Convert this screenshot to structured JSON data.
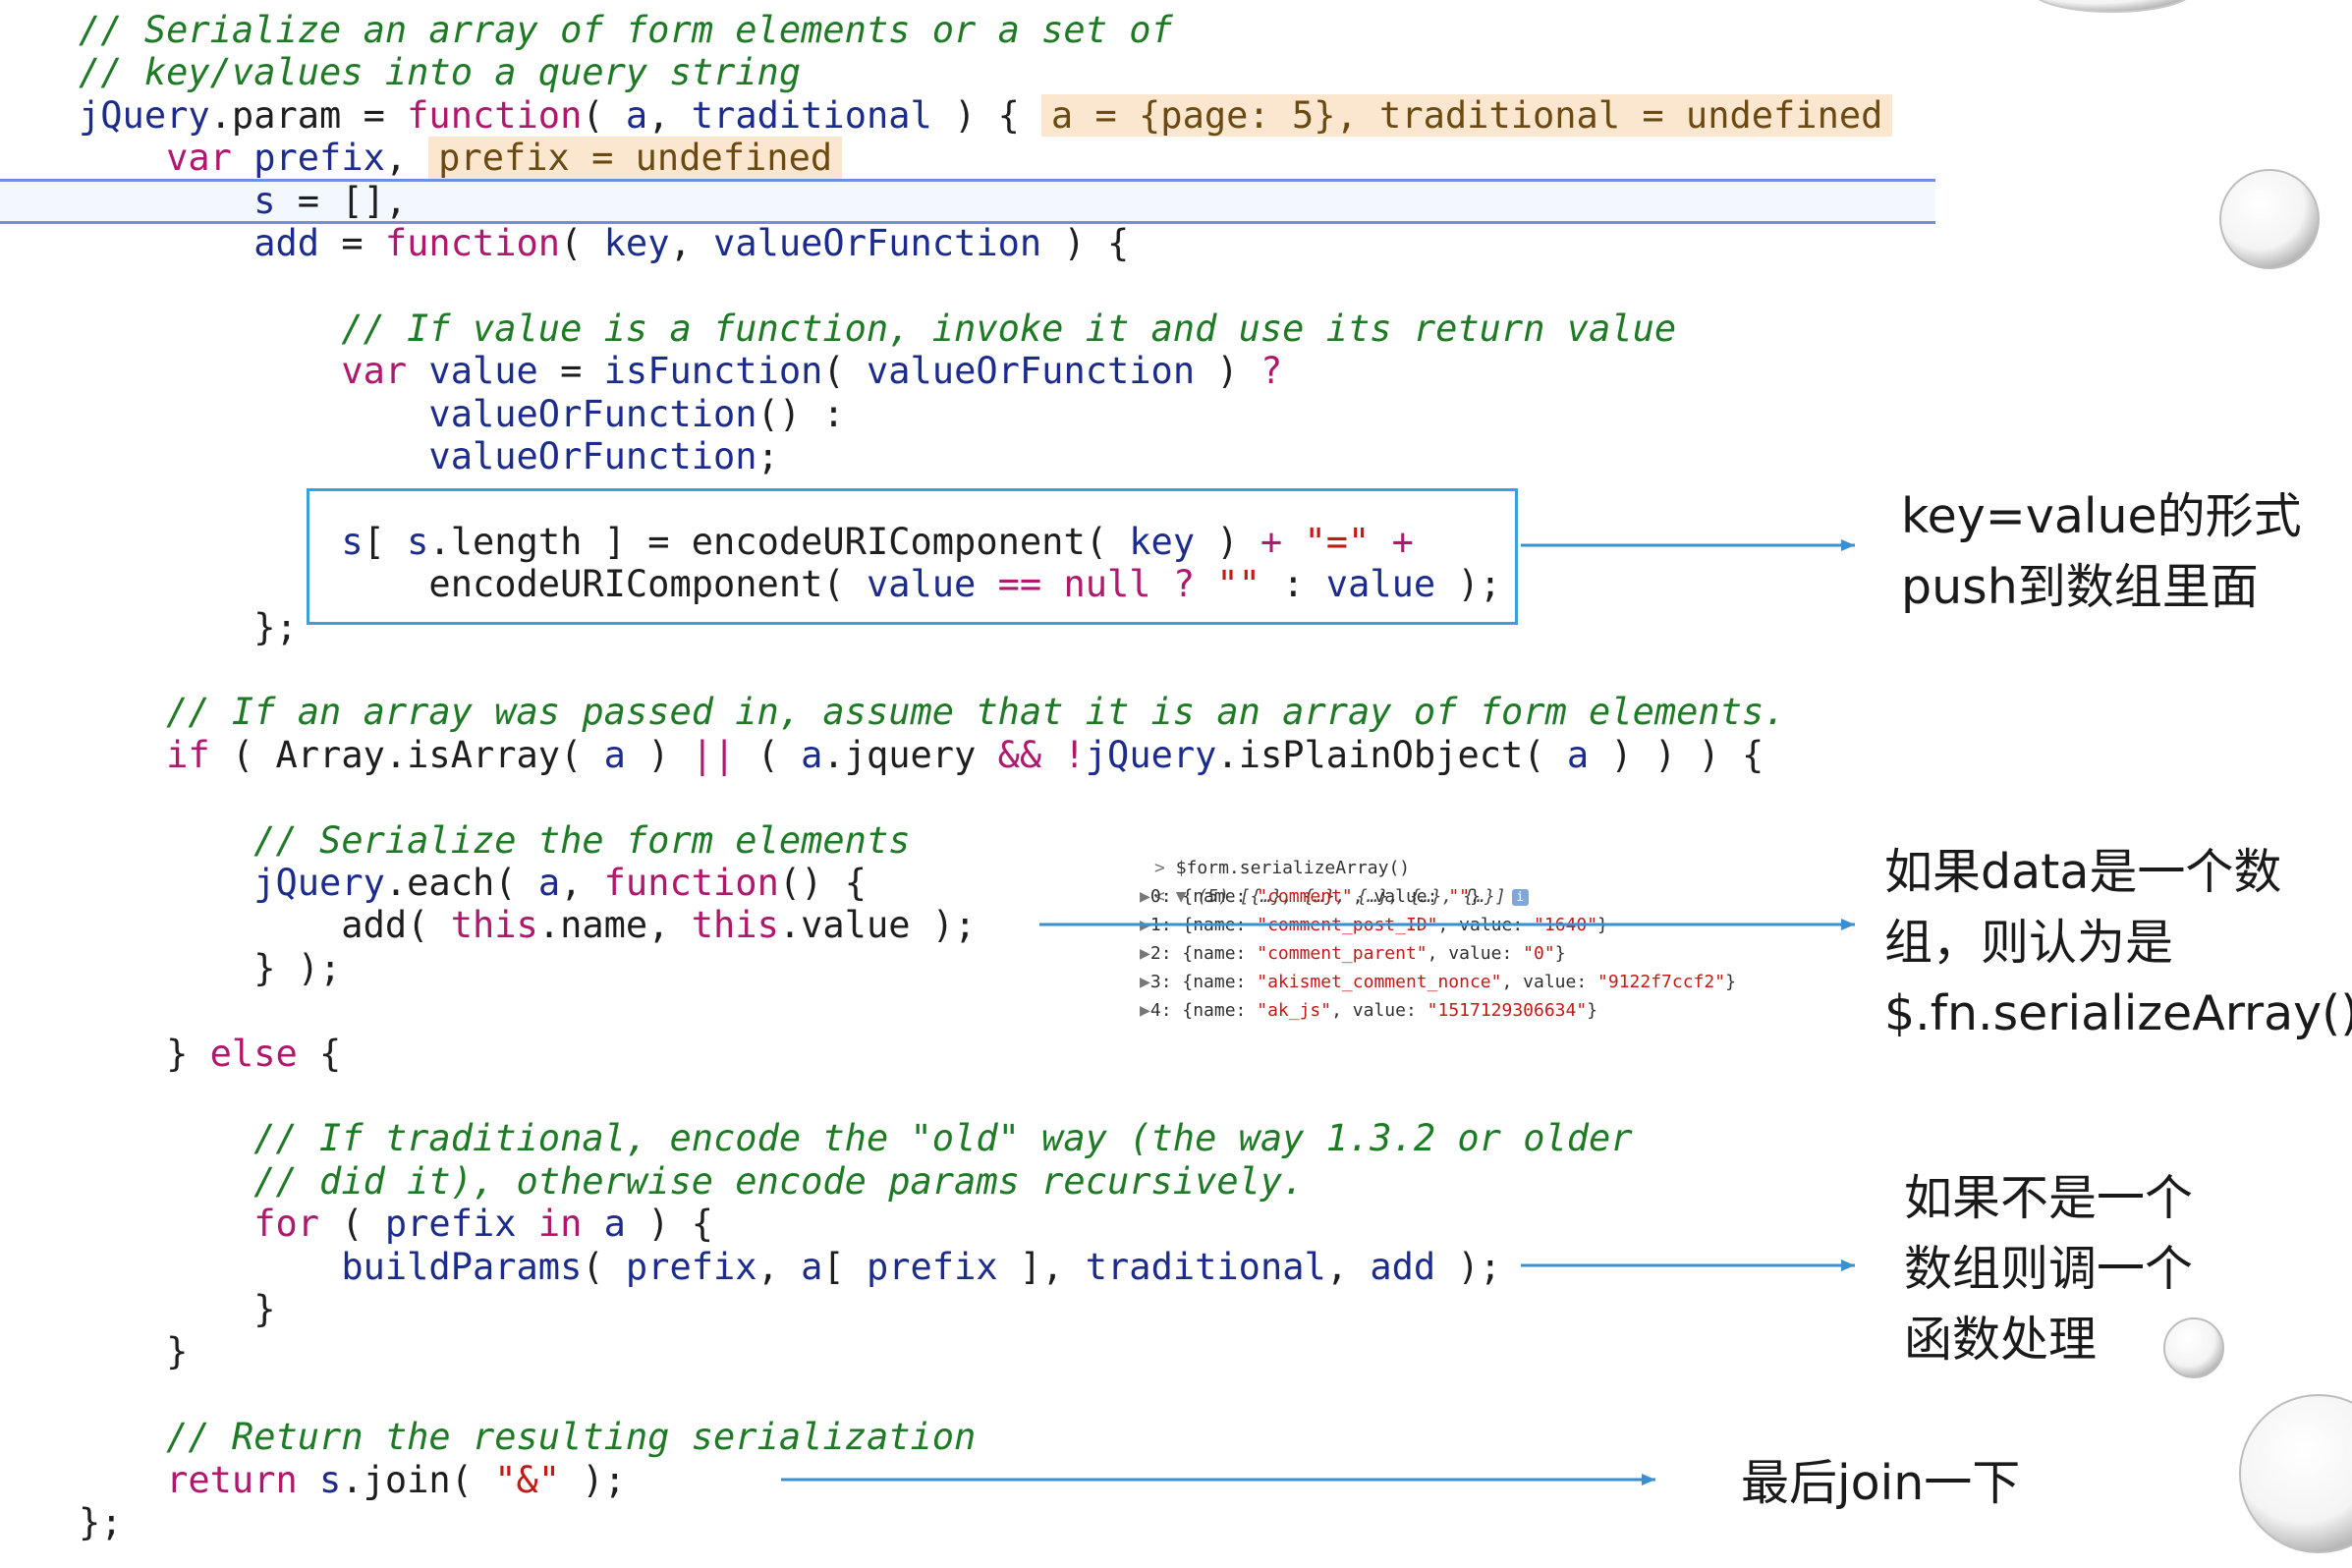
{
  "code_lines": [
    [
      {
        "t": "// Serialize an array of form elements or a set of",
        "c": "comment"
      }
    ],
    [
      {
        "t": "// key/values into a query string",
        "c": "comment"
      }
    ],
    [
      {
        "t": "jQuery",
        "c": "ident"
      },
      {
        "t": ".param = ",
        "c": "plain"
      },
      {
        "t": "function",
        "c": "keyword"
      },
      {
        "t": "( ",
        "c": "plain"
      },
      {
        "t": "a",
        "c": "ident"
      },
      {
        "t": ", ",
        "c": "plain"
      },
      {
        "t": "traditional",
        "c": "ident"
      },
      {
        "t": " ) {",
        "c": "plain"
      },
      {
        "t": "a = {page: 5}, traditional = undefined",
        "c": "hint"
      }
    ],
    [
      {
        "t": "    ",
        "c": "plain"
      },
      {
        "t": "var",
        "c": "keyword"
      },
      {
        "t": " ",
        "c": "plain"
      },
      {
        "t": "prefix",
        "c": "ident"
      },
      {
        "t": ",",
        "c": "plain"
      },
      {
        "t": "prefix = undefined",
        "c": "hint"
      }
    ],
    [
      {
        "t": "        ",
        "c": "plain"
      },
      {
        "t": "s",
        "c": "ident"
      },
      {
        "t": " = [],",
        "c": "plain"
      }
    ],
    [
      {
        "t": "        ",
        "c": "plain"
      },
      {
        "t": "add",
        "c": "ident"
      },
      {
        "t": " = ",
        "c": "plain"
      },
      {
        "t": "function",
        "c": "keyword"
      },
      {
        "t": "( ",
        "c": "plain"
      },
      {
        "t": "key",
        "c": "ident"
      },
      {
        "t": ", ",
        "c": "plain"
      },
      {
        "t": "valueOrFunction",
        "c": "ident"
      },
      {
        "t": " ) {",
        "c": "plain"
      }
    ],
    [],
    [
      {
        "t": "            ",
        "c": "plain"
      },
      {
        "t": "// If value is a function, invoke it and use its return value",
        "c": "comment"
      }
    ],
    [
      {
        "t": "            ",
        "c": "plain"
      },
      {
        "t": "var",
        "c": "keyword"
      },
      {
        "t": " ",
        "c": "plain"
      },
      {
        "t": "value",
        "c": "ident"
      },
      {
        "t": " = ",
        "c": "plain"
      },
      {
        "t": "isFunction",
        "c": "ident"
      },
      {
        "t": "( ",
        "c": "plain"
      },
      {
        "t": "valueOrFunction",
        "c": "ident"
      },
      {
        "t": " ) ",
        "c": "plain"
      },
      {
        "t": "?",
        "c": "keyword"
      }
    ],
    [
      {
        "t": "                ",
        "c": "plain"
      },
      {
        "t": "valueOrFunction",
        "c": "ident"
      },
      {
        "t": "() :",
        "c": "plain"
      }
    ],
    [
      {
        "t": "                ",
        "c": "plain"
      },
      {
        "t": "valueOrFunction",
        "c": "ident"
      },
      {
        "t": ";",
        "c": "plain"
      }
    ],
    [],
    [
      {
        "t": "            ",
        "c": "plain"
      },
      {
        "t": "s",
        "c": "ident"
      },
      {
        "t": "[ ",
        "c": "plain"
      },
      {
        "t": "s",
        "c": "ident"
      },
      {
        "t": ".length ] = encodeURIComponent( ",
        "c": "plain"
      },
      {
        "t": "key",
        "c": "ident"
      },
      {
        "t": " ) ",
        "c": "plain"
      },
      {
        "t": "+",
        "c": "keyword"
      },
      {
        "t": " ",
        "c": "plain"
      },
      {
        "t": "\"=\"",
        "c": "string"
      },
      {
        "t": " ",
        "c": "plain"
      },
      {
        "t": "+",
        "c": "keyword"
      }
    ],
    [
      {
        "t": "                encodeURIComponent( ",
        "c": "plain"
      },
      {
        "t": "value",
        "c": "ident"
      },
      {
        "t": " ",
        "c": "plain"
      },
      {
        "t": "==",
        "c": "keyword"
      },
      {
        "t": " ",
        "c": "plain"
      },
      {
        "t": "null",
        "c": "keyword"
      },
      {
        "t": " ",
        "c": "plain"
      },
      {
        "t": "?",
        "c": "keyword"
      },
      {
        "t": " ",
        "c": "plain"
      },
      {
        "t": "\"\"",
        "c": "string"
      },
      {
        "t": " : ",
        "c": "plain"
      },
      {
        "t": "value",
        "c": "ident"
      },
      {
        "t": " );",
        "c": "plain"
      }
    ],
    [
      {
        "t": "        };",
        "c": "plain"
      }
    ],
    [],
    [
      {
        "t": "    ",
        "c": "plain"
      },
      {
        "t": "// If an array was passed in, assume that it is an array of form elements.",
        "c": "comment"
      }
    ],
    [
      {
        "t": "    ",
        "c": "plain"
      },
      {
        "t": "if",
        "c": "keyword"
      },
      {
        "t": " ( Array.isArray( ",
        "c": "plain"
      },
      {
        "t": "a",
        "c": "ident"
      },
      {
        "t": " ) ",
        "c": "plain"
      },
      {
        "t": "||",
        "c": "keyword"
      },
      {
        "t": " ( ",
        "c": "plain"
      },
      {
        "t": "a",
        "c": "ident"
      },
      {
        "t": ".jquery ",
        "c": "plain"
      },
      {
        "t": "&&",
        "c": "keyword"
      },
      {
        "t": " ",
        "c": "plain"
      },
      {
        "t": "!",
        "c": "keyword"
      },
      {
        "t": "jQuery",
        "c": "ident"
      },
      {
        "t": ".isPlainObject( ",
        "c": "plain"
      },
      {
        "t": "a",
        "c": "ident"
      },
      {
        "t": " ) ) ) {",
        "c": "plain"
      }
    ],
    [],
    [
      {
        "t": "        ",
        "c": "plain"
      },
      {
        "t": "// Serialize the form elements",
        "c": "comment"
      }
    ],
    [
      {
        "t": "        ",
        "c": "plain"
      },
      {
        "t": "jQuery",
        "c": "ident"
      },
      {
        "t": ".each( ",
        "c": "plain"
      },
      {
        "t": "a",
        "c": "ident"
      },
      {
        "t": ", ",
        "c": "plain"
      },
      {
        "t": "function",
        "c": "keyword"
      },
      {
        "t": "() {",
        "c": "plain"
      }
    ],
    [
      {
        "t": "            add( ",
        "c": "plain"
      },
      {
        "t": "this",
        "c": "keyword"
      },
      {
        "t": ".name, ",
        "c": "plain"
      },
      {
        "t": "this",
        "c": "keyword"
      },
      {
        "t": ".value );",
        "c": "plain"
      }
    ],
    [
      {
        "t": "        } );",
        "c": "plain"
      }
    ],
    [],
    [
      {
        "t": "    } ",
        "c": "plain"
      },
      {
        "t": "else",
        "c": "keyword"
      },
      {
        "t": " {",
        "c": "plain"
      }
    ],
    [],
    [
      {
        "t": "        ",
        "c": "plain"
      },
      {
        "t": "// If traditional, encode the \"old\" way (the way 1.3.2 or older",
        "c": "comment"
      }
    ],
    [
      {
        "t": "        ",
        "c": "plain"
      },
      {
        "t": "// did it), otherwise encode params recursively.",
        "c": "comment"
      }
    ],
    [
      {
        "t": "        ",
        "c": "plain"
      },
      {
        "t": "for",
        "c": "keyword"
      },
      {
        "t": " ( ",
        "c": "plain"
      },
      {
        "t": "prefix",
        "c": "ident"
      },
      {
        "t": " ",
        "c": "plain"
      },
      {
        "t": "in",
        "c": "keyword"
      },
      {
        "t": " ",
        "c": "plain"
      },
      {
        "t": "a",
        "c": "ident"
      },
      {
        "t": " ) {",
        "c": "plain"
      }
    ],
    [
      {
        "t": "            ",
        "c": "plain"
      },
      {
        "t": "buildParams",
        "c": "ident"
      },
      {
        "t": "( ",
        "c": "plain"
      },
      {
        "t": "prefix",
        "c": "ident"
      },
      {
        "t": ", ",
        "c": "plain"
      },
      {
        "t": "a",
        "c": "ident"
      },
      {
        "t": "[ ",
        "c": "plain"
      },
      {
        "t": "prefix",
        "c": "ident"
      },
      {
        "t": " ], ",
        "c": "plain"
      },
      {
        "t": "traditional",
        "c": "ident"
      },
      {
        "t": ", ",
        "c": "plain"
      },
      {
        "t": "add",
        "c": "ident"
      },
      {
        "t": " );",
        "c": "plain"
      }
    ],
    [
      {
        "t": "        }",
        "c": "plain"
      }
    ],
    [
      {
        "t": "    }",
        "c": "plain"
      }
    ],
    [],
    [
      {
        "t": "    ",
        "c": "plain"
      },
      {
        "t": "// Return the resulting serialization",
        "c": "comment"
      }
    ],
    [
      {
        "t": "    ",
        "c": "plain"
      },
      {
        "t": "return",
        "c": "keyword"
      },
      {
        "t": " ",
        "c": "plain"
      },
      {
        "t": "s",
        "c": "ident"
      },
      {
        "t": ".join( ",
        "c": "plain"
      },
      {
        "t": "\"&\"",
        "c": "string"
      },
      {
        "t": " );",
        "c": "plain"
      }
    ],
    [
      {
        "t": "};",
        "c": "plain"
      }
    ]
  ],
  "console": {
    "command": "$form.serializeArray()",
    "result_summary": "(5) [{…}, {…}, {…}, {…}, {…}]",
    "info_icon": "i",
    "entries": [
      {
        "index": "0",
        "name": "\"comment\"",
        "value": "\"\""
      },
      {
        "index": "1",
        "name": "\"comment_post_ID\"",
        "value": "\"1640\""
      },
      {
        "index": "2",
        "name": "\"comment_parent\"",
        "value": "\"0\""
      },
      {
        "index": "3",
        "name": "\"akismet_comment_nonce\"",
        "value": "\"9122f7ccf2\""
      },
      {
        "index": "4",
        "name": "\"ak_js\"",
        "value": "\"1517129306634\""
      }
    ]
  },
  "notes": {
    "note1": [
      "key=value的形式",
      "push到数组里面"
    ],
    "note2": [
      "如果data是一个数",
      "组，则认为是",
      "$.fn.serializeArray()"
    ],
    "note3": [
      "如果不是一个",
      "数组则调一个",
      "函数处理"
    ],
    "note4": [
      "最后join一下"
    ]
  },
  "colors": {
    "comment": "#1f7a26",
    "keyword": "#b0186e",
    "identifier": "#1b2c8c",
    "string": "#c41a16",
    "arrow": "#3a8fd0",
    "highlight_box": "#3aa0d8",
    "current_line": "#6f8fd8",
    "inline_hint_bg": "#fbe6cf"
  }
}
